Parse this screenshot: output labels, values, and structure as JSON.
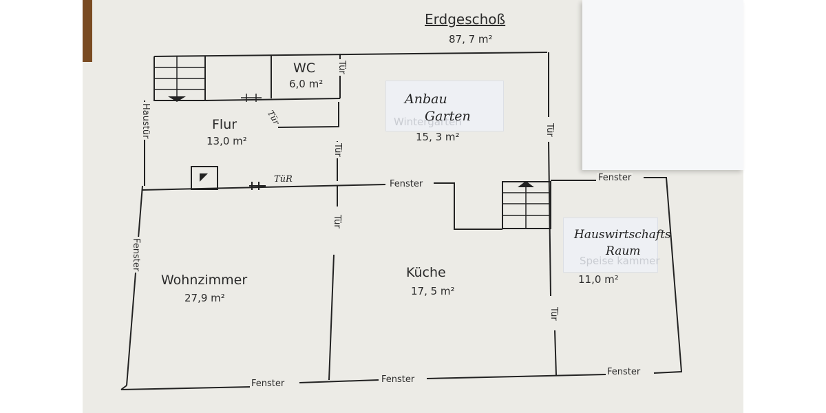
{
  "title": "Erdgeschoß",
  "total_area": "87, 7 m²",
  "rooms": {
    "wc": {
      "name": "WC",
      "area": "6,0 m²"
    },
    "flur": {
      "name": "Flur",
      "area": "13,0 m²"
    },
    "anbau": {
      "name_line1": "Anbau",
      "name_line2": "Garten",
      "covered_text": "Wintergarten",
      "area": "15, 3 m²"
    },
    "hwr": {
      "name_line1": "Hauswirtschafts",
      "name_line2": "Raum",
      "covered_text": "Speise kammer",
      "area": "11,0 m²"
    },
    "wohnzimmer": {
      "name": "Wohnzimmer",
      "area": "27,9 m²"
    },
    "kueche": {
      "name": "Küche",
      "area": "17, 5 m²"
    }
  },
  "labels": {
    "haustuer": "Haustür",
    "tuer": "Tür",
    "tuer_hand": "TüR",
    "fenster": "Fenster"
  }
}
